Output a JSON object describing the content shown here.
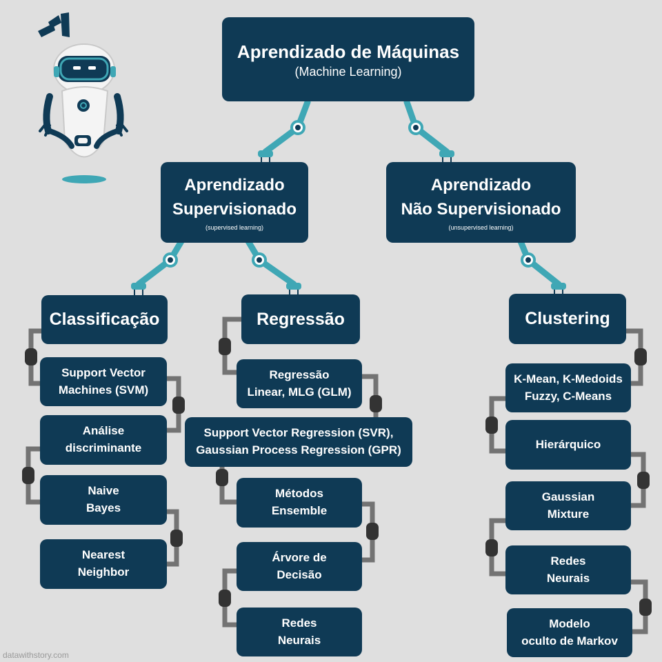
{
  "root": {
    "title": "Aprendizado de Máquinas",
    "subtitle": "(Machine Learning)"
  },
  "supervised": {
    "line1": "Aprendizado",
    "line2": "Supervisionado",
    "sub": "(supervised learning)"
  },
  "unsupervised": {
    "line1": "Aprendizado",
    "line2": "Não Supervisionado",
    "sub": "(unsupervised learning)"
  },
  "classification": {
    "title": "Classificação",
    "items": [
      {
        "l1": "Support Vector",
        "l2": "Machines (SVM)"
      },
      {
        "l1": "Análise",
        "l2": "discriminante"
      },
      {
        "l1": "Naive",
        "l2": "Bayes"
      },
      {
        "l1": "Nearest",
        "l2": "Neighbor"
      }
    ]
  },
  "regression": {
    "title": "Regressão",
    "items": [
      {
        "l1": "Regressão",
        "l2": "Linear, MLG (GLM)"
      },
      {
        "l1": "Support Vector Regression (SVR),",
        "l2": "Gaussian Process Regression (GPR)"
      },
      {
        "l1": "Métodos",
        "l2": "Ensemble"
      },
      {
        "l1": "Árvore de",
        "l2": "Decisão"
      },
      {
        "l1": "Redes",
        "l2": "Neurais"
      }
    ]
  },
  "clustering": {
    "title": "Clustering",
    "items": [
      {
        "l1": "K-Mean, K-Medoids",
        "l2": "Fuzzy, C-Means"
      },
      {
        "l1": "Hierárquico",
        "l2": ""
      },
      {
        "l1": "Gaussian",
        "l2": "Mixture"
      },
      {
        "l1": "Redes",
        "l2": "Neurais"
      },
      {
        "l1": "Modelo",
        "l2": "oculto de Markov"
      }
    ]
  },
  "footer": "datawithstory.com",
  "colors": {
    "box": "#0f3a55",
    "teal": "#3fa7b5",
    "gray": "#737373",
    "background": "#dfdfdf"
  }
}
